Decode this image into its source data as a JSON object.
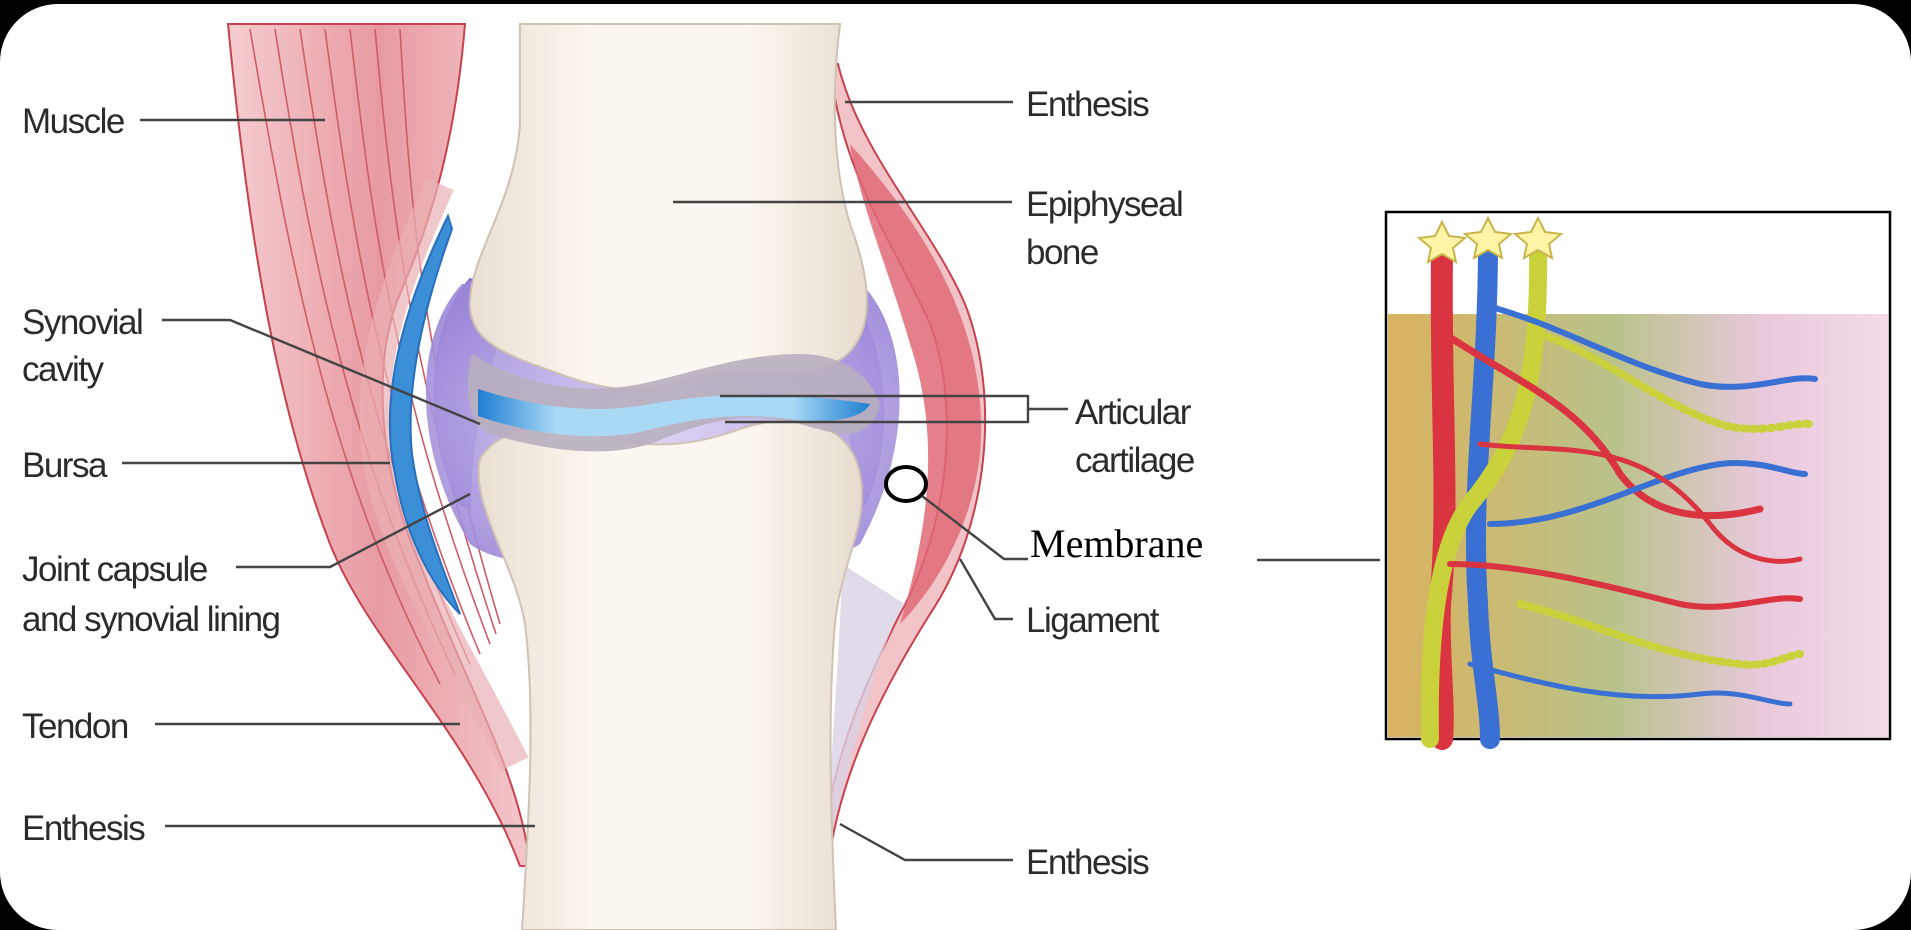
{
  "labels": {
    "muscle": "Muscle",
    "synovial_cavity": [
      "Synovial",
      "cavity"
    ],
    "bursa": "Bursa",
    "joint_capsule": [
      "Joint capsule",
      "and synovial lining"
    ],
    "tendon": "Tendon",
    "enthesis_left": "Enthesis",
    "enthesis_top_right": "Enthesis",
    "epiphyseal_bone": [
      "Epiphyseal",
      "bone"
    ],
    "articular_cartilage": [
      "Articular",
      "cartilage"
    ],
    "membrane": "Membrane",
    "ligament": "Ligament",
    "enthesis_bottom_right": "Enthesis"
  },
  "colors": {
    "muscle": "#e58a93",
    "muscle_edge": "#c8414d",
    "bone": "#f6eee4",
    "bone_shadow": "#d9cfc2",
    "capsule": "#b7a6e3",
    "cavity": "#3ea3e0",
    "bursa": "#3a8fd6",
    "cartilage": "#b4a9b8",
    "ligament": "#e06a75",
    "vessel_red": "#d9343f",
    "vessel_blue": "#3a6fd3",
    "nerve_yellow": "#c9d23a",
    "tissue_pink": "#f2cfe0",
    "tissue_tan": "#d8b468"
  }
}
